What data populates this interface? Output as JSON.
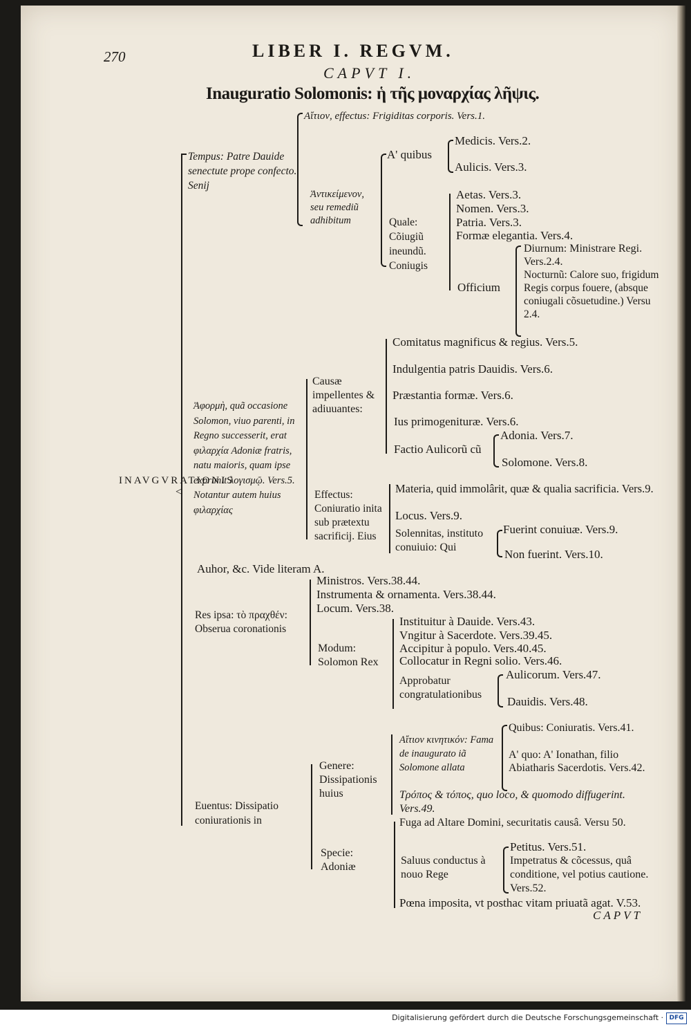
{
  "header": {
    "page_number": "270",
    "running_title": "LIBER I. REGVM.",
    "chapter": "CAPVT I.",
    "heading": "Inauguratio Solomonis: ἡ τῆς μοναρχίας λῆψις."
  },
  "root": "INAVGVRATIONIS",
  "tempus": {
    "label": "Tempus: Patre Dauide senectute prope confecto. Senij",
    "aition": "Αἴτιον, effectus: Frigiditas corporis. Vers.1.",
    "antikeimenon": "Ἀντικείμενον, seu remediũ adhibitum",
    "a_quibus": "A' quibus",
    "medicis": "Medicis. Vers.2.",
    "aulicis": "Aulicis. Vers.3.",
    "quale": "Quale: Cõiugiũ ineundũ. Coniugis",
    "aetas": "Aetas. Vers.3.",
    "nomen": "Nomen. Vers.3.",
    "patria": "Patria. Vers.3.",
    "formae": "Formæ elegantia. Vers.4.",
    "officium": "Officium",
    "diurnum": "Diurnum: Ministrare Regi. Vers.2.4.",
    "nocturnum": "Nocturnũ: Calore suo, frigidum Regis corpus fouere, (absque coniugali cõsuetudine.) Versu 2.4."
  },
  "aphorme": {
    "label": "Ἀφορμὴ, quã occasione Solomon, viuo parenti, in Regno successerit, erat φιλαρχία Adoniæ fratris, natu maioris, quam ipse exprimit λογισμῷ. Vers.5. Notantur autem huius φιλαρχίας",
    "causae": "Causæ impellentes & adiuuantes:",
    "comitatus": "Comitatus magnificus & regius. Vers.5.",
    "indulgentia": "Indulgentia patris Dauidis. Vers.6.",
    "praestantia": "Præstantia formæ. Vers.6.",
    "ius": "Ius primogenituræ. Vers.6.",
    "factio": "Factio Aulicorũ cũ",
    "adonia": "Adonia. Vers.7.",
    "solomone": "Solomone. Vers.8.",
    "effectus": "Effectus: Coniuratio inita sub prætextu sacrificij. Eius",
    "materia": "Materia, quid immolârit, quæ & qualia sacrificia. Vers.9.",
    "locus": "Locus. Vers.9.",
    "solennitas": "Solennitas, instituto conuiuio: Qui",
    "fuerint": "Fuerint conuiuæ. Vers.9.",
    "non_fuerint": "Non fuerint. Vers.10."
  },
  "auhor": "Auhor, &c. Vide literam A.",
  "res_ipsa": {
    "label": "Res ipsa: τὸ πραχθέν: Obserua coronationis",
    "ministros": "Ministros. Vers.38.44.",
    "instrumenta": "Instrumenta & ornamenta. Vers.38.44.",
    "locum": "Locum. Vers.38.",
    "modum": "Modum: Solomon Rex",
    "instituitur": "Instituitur à Dauide. Vers.43.",
    "vngitur": "Vngitur à Sacerdote. Vers.39.45.",
    "accipitur": "Accipitur à populo. Vers.40.45.",
    "collocatur": "Collocatur in Regni solio. Vers.46.",
    "approbatur": "Approbatur congratulationibus",
    "aulicorum": "Aulicorum. Vers.47.",
    "dauidis": "Dauidis. Vers.48."
  },
  "euentus": {
    "label": "Euentus: Dissipatio coniurationis in",
    "genere": "Genere: Dissipationis huius",
    "aition_kinetikon": "Αἴτιον κινητικόν: Fama de inaugurato iã Solomone allata",
    "quibus": "Quibus: Coniuratis. Vers.41.",
    "a_quo": "A' quo: A' Ionathan, filio Abiatharis Sacerdotis. Vers.42.",
    "tropos": "Τρόπος & τόπος, quo loco, & quomodo diffugerint. Vers.49.",
    "specie": "Specie: Adoniæ",
    "fuga": "Fuga ad Altare Domini, securitatis causâ. Versu 50.",
    "saluus": "Saluus conductus à nouo Rege",
    "petitus": "Petitus. Vers.51.",
    "impetratus": "Impetratus & cõcessus, quâ conditione, vel potius cautione. Vers.52.",
    "poena": "Pœna imposita, vt posthac vitam priuatã agat. V.53."
  },
  "catchword": "CAPVT",
  "footer": {
    "credit": "Digitalisierung gefördert durch die Deutsche Forschungsgemeinschaft ·",
    "logo": "DFG"
  }
}
